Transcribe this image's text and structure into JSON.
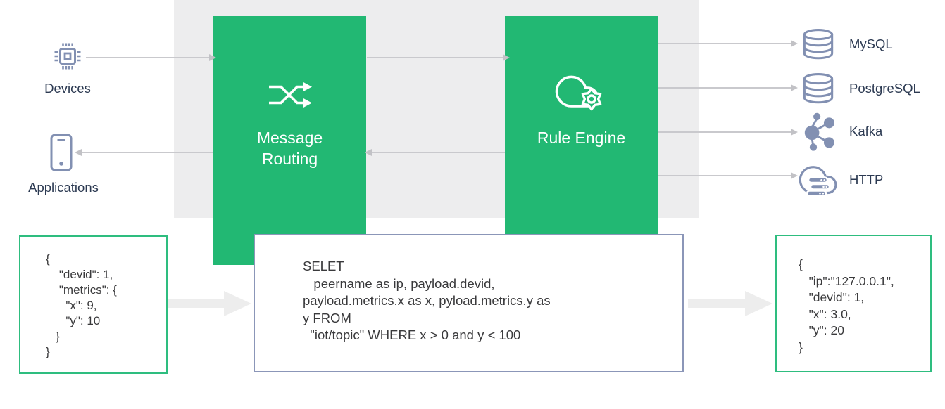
{
  "colors": {
    "node_green": "#22b873",
    "panel_green_border": "#2ebd7f",
    "panel_slate_border": "#8b96b8",
    "icon_slate": "#8290b2",
    "band_gray": "#ededee",
    "label_navy": "#2c3a52"
  },
  "nodes": {
    "message_routing": {
      "label": "Message Routing",
      "icon": "shuffle-icon"
    },
    "rule_engine": {
      "label": "Rule Engine",
      "icon": "cloud-gear-icon"
    }
  },
  "sources": [
    {
      "label": "Devices",
      "icon": "chip-icon"
    },
    {
      "label": "Applications",
      "icon": "smartphone-icon"
    }
  ],
  "sinks": [
    {
      "label": "MySQL",
      "icon": "database-icon"
    },
    {
      "label": "PostgreSQL",
      "icon": "database-icon"
    },
    {
      "label": "Kafka",
      "icon": "kafka-icon"
    },
    {
      "label": "HTTP",
      "icon": "cloud-server-icon"
    }
  ],
  "panels": {
    "input_json": "{\n    \"devid\": 1,\n    \"metrics\": {\n      \"x\": 9,\n      \"y\": 10\n   }\n}",
    "rule_sql": "SELET\n   peername as ip, payload.devid,\npayload.metrics.x as x, pyload.metrics.y as\ny FROM\n  \"iot/topic\" WHERE x > 0 and y < 100",
    "output_json": "{\n   \"ip\":\"127.0.0.1\",\n   \"devid\": 1,\n   \"x\": 3.0,\n   \"y\": 20\n}"
  }
}
